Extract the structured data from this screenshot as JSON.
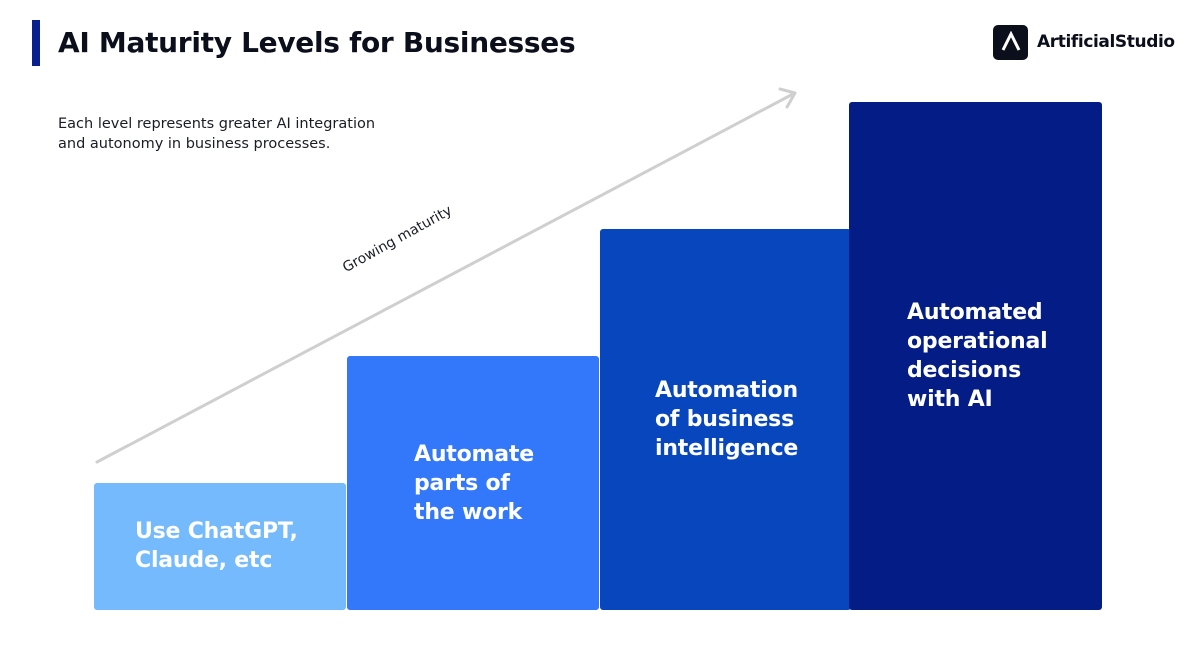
{
  "header": {
    "title": "AI Maturity Levels for Businesses",
    "accent_color": "#0a1f8f"
  },
  "brand": {
    "name": "ArtificialStudio",
    "logo_icon": "artificialstudio-logo-icon"
  },
  "subtitle": {
    "line1": "Each level represents greater AI integration",
    "line2": "and autonomy in business processes."
  },
  "arrow": {
    "label": "Growing maturity",
    "color": "#cfcfcf"
  },
  "levels": [
    {
      "lines": [
        "Use ChatGPT,",
        "Claude, etc"
      ],
      "color": "#74bafc",
      "rank": 1
    },
    {
      "lines": [
        "Automate",
        "parts of",
        "the work"
      ],
      "color": "#3377fb",
      "rank": 2
    },
    {
      "lines": [
        "Automation",
        "of business",
        "intelligence"
      ],
      "color": "#0846be",
      "rank": 3
    },
    {
      "lines": [
        "Automated",
        "operational",
        "decisions",
        "with AI"
      ],
      "color": "#041c86",
      "rank": 4
    }
  ]
}
